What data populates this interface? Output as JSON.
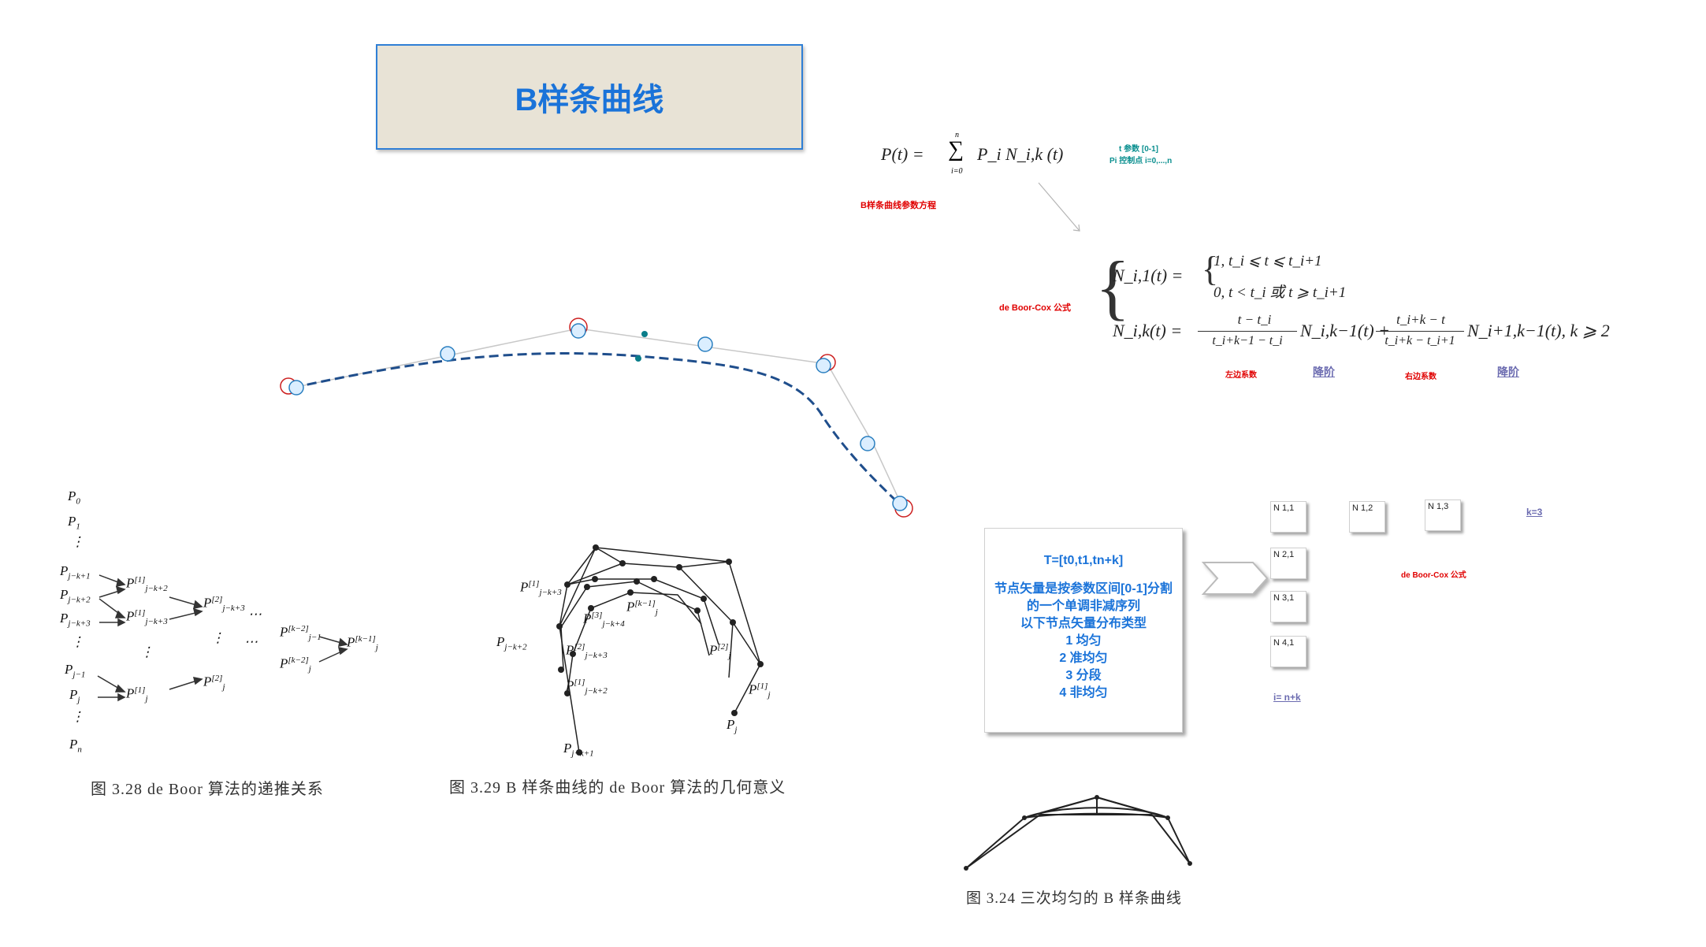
{
  "title": "B样条曲线",
  "param_eq": {
    "formula_lhs": "P(t) =",
    "sum_top": "n",
    "sum_bottom": "i=0",
    "formula_rhs": "P_i N_i,k (t)",
    "note_t": "t 参数  [0-1]",
    "note_p": "Pi 控制点  i=0,...,n",
    "label": "B样条曲线参数方程"
  },
  "de_boor_cox": {
    "label": "de Boor-Cox 公式",
    "line1_lhs": "N_i,1(t) =",
    "case1": "1,    t_i ⩽ t ⩽ t_i+1",
    "case2": "0,    t < t_i 或 t ⩾ t_i+1",
    "line2_lhs": "N_i,k(t) =",
    "frac1_num": "t − t_i",
    "frac1_den": "t_i+k−1 − t_i",
    "mid": "N_i,k−1(t) +",
    "frac2_num": "t_i+k − t",
    "frac2_den": "t_i+k − t_i+1",
    "tail": "N_i+1,k−1(t),    k ⩾ 2",
    "left_coef": "左边系数",
    "right_coef": "右边系数",
    "reduce_order_1": "降阶",
    "reduce_order_2": "降阶"
  },
  "knot_card": {
    "head": "T=[t0,t1,tn+k]",
    "lines": [
      "节点矢量是按参数区间[0-1]分割",
      "的一个单调非减序列",
      "以下节点矢量分布类型",
      "1 均匀",
      "2 准均匀",
      "3 分段",
      "4 非均匀"
    ]
  },
  "n_boxes": [
    "N 1,1",
    "N 1,2",
    "N 1,3",
    "N 2,1",
    "N 3,1",
    "N 4,1"
  ],
  "k_label": "k=3",
  "i_label": "i= n+k",
  "de_boor_cox_2": "de Boor-Cox 公式",
  "fig_328": {
    "caption": "图 3.28   de Boor 算法的递推关系"
  },
  "fig_329": {
    "caption": "图 3.29   B 样条曲线的 de Boor 算法的几何意义"
  },
  "fig_324": {
    "caption": "图 3.24    三次均匀的 B 样条曲线"
  },
  "colors": {
    "accent": "#1a73d9",
    "note_red": "#e00000",
    "curve": "#1f4e8c"
  }
}
